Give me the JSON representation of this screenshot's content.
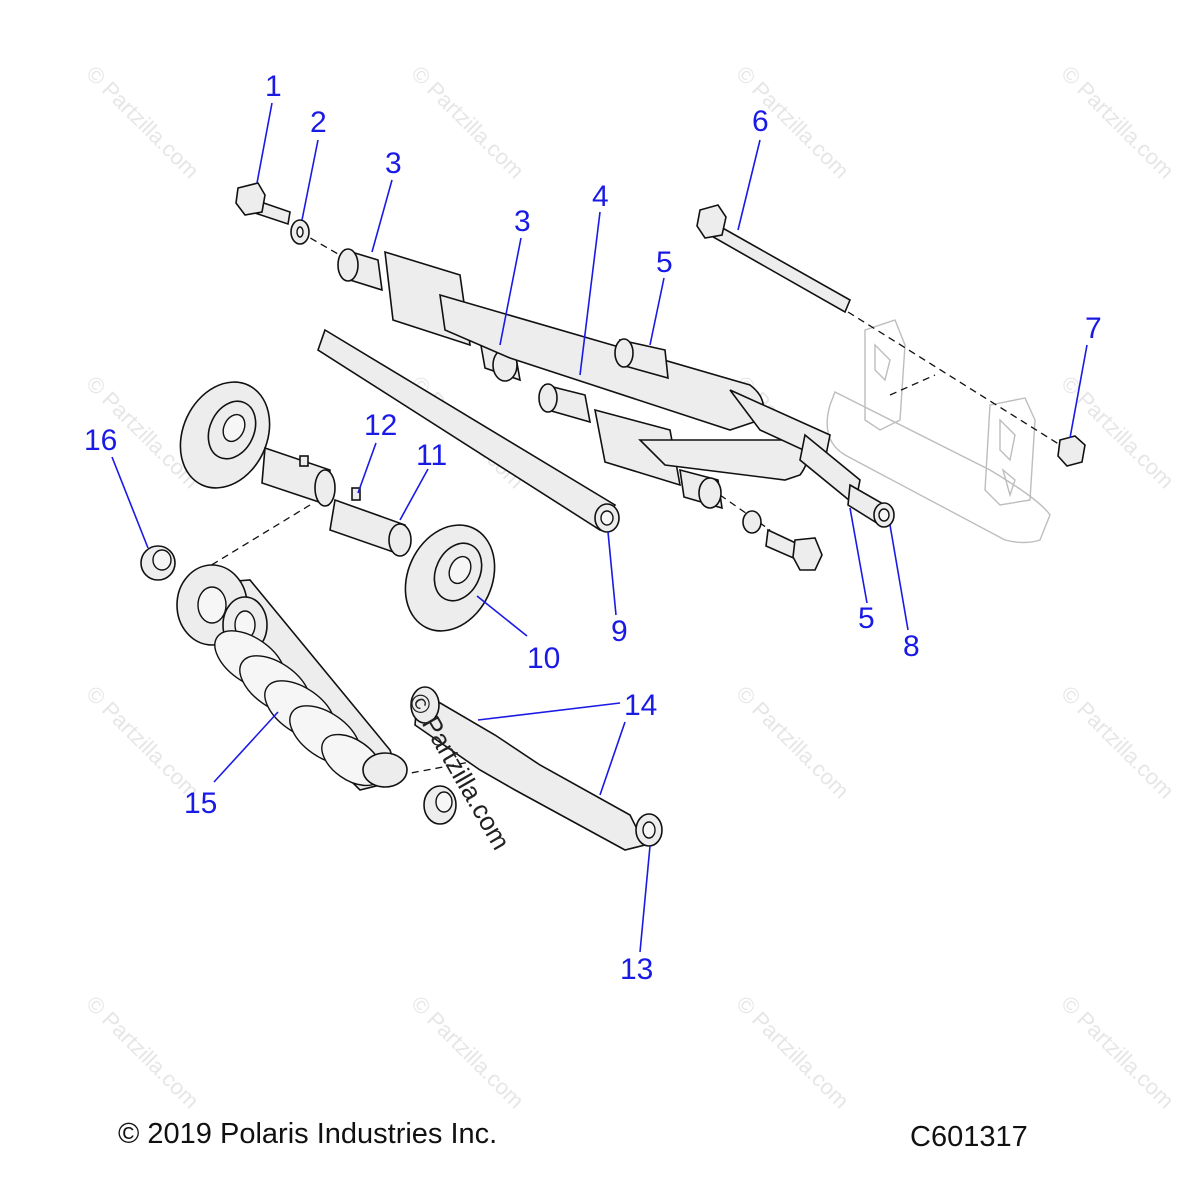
{
  "watermark": {
    "tile_text": "© Partzilla.com",
    "center_text": "© Partzilla.com"
  },
  "callouts": [
    "1",
    "2",
    "3",
    "3",
    "4",
    "5",
    "5",
    "6",
    "7",
    "8",
    "9",
    "10",
    "11",
    "12",
    "13",
    "14",
    "15",
    "16"
  ],
  "footer": {
    "copyright": "© 2019 Polaris Industries Inc.",
    "diagram_code": "C601317"
  }
}
